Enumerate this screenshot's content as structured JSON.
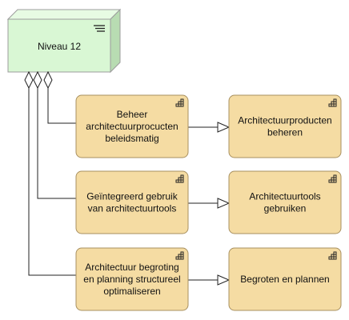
{
  "diagram": {
    "node_group": {
      "label": "Niveau 12",
      "icon": "hamburger-menu-icon",
      "fill": "#d9f7d4",
      "side_fill": "#b8dcb2",
      "stroke": "#9c9c9c"
    },
    "nodes": [
      {
        "id": "beheer",
        "label": "Beheer\narchitectuurprocucten\nbeleidsmatig",
        "icon": "grid-staircase-icon"
      },
      {
        "id": "producten",
        "label": "Architectuurproducten\nbeheren",
        "icon": "grid-staircase-icon"
      },
      {
        "id": "tools-integr",
        "label": "Geïntegreerd gebruik\nvan architectuurtools",
        "icon": "grid-staircase-icon"
      },
      {
        "id": "tools",
        "label": "Architectuurtools\ngebruiken",
        "icon": "grid-staircase-icon"
      },
      {
        "id": "begroting",
        "label": "Architectuur begroting\nen planning structureel\noptimaliseren",
        "icon": "grid-staircase-icon"
      },
      {
        "id": "begroten",
        "label": "Begroten en plannen",
        "icon": "grid-staircase-icon"
      }
    ],
    "edges": [
      {
        "from": "group",
        "to": "beheer",
        "type": "aggregation-diamond"
      },
      {
        "from": "group",
        "to": "tools-integr",
        "type": "aggregation-diamond"
      },
      {
        "from": "group",
        "to": "begroting",
        "type": "aggregation-diamond"
      },
      {
        "from": "beheer",
        "to": "producten",
        "type": "hollow-triangle-arrow"
      },
      {
        "from": "tools-integr",
        "to": "tools",
        "type": "hollow-triangle-arrow"
      },
      {
        "from": "begroting",
        "to": "begroten",
        "type": "hollow-triangle-arrow"
      }
    ],
    "colors": {
      "node_fill": "#f5dca3",
      "node_stroke": "#a89060",
      "line": "#222222"
    }
  }
}
